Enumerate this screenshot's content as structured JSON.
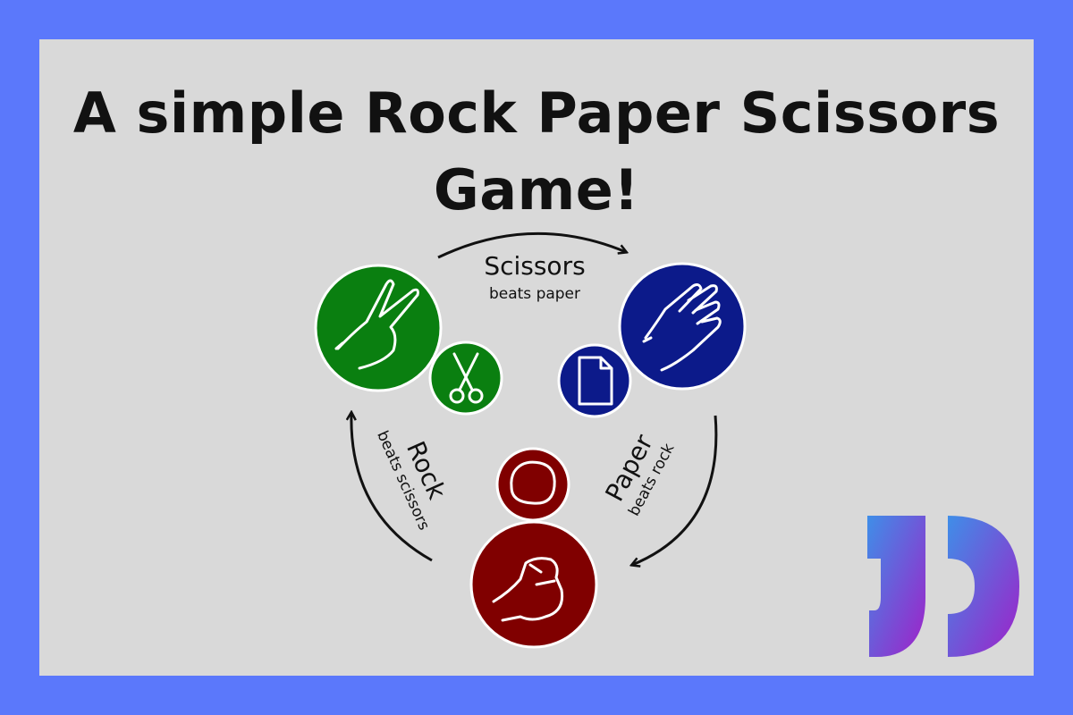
{
  "title": {
    "line1": "A simple Rock Paper Scissors",
    "line2": "Game!"
  },
  "cycle": {
    "scissors": {
      "name": "Scissors",
      "rule": "beats paper",
      "color": "#0a7f10"
    },
    "paper": {
      "name": "Paper",
      "rule": "beats rock",
      "color": "#0c1a8a"
    },
    "rock": {
      "name": "Rock",
      "rule": "beats scissors",
      "color": "#800000"
    }
  },
  "icons": {
    "scissors_hand": "v-sign-hand-icon",
    "scissors_tool": "scissors-icon",
    "paper_hand": "flat-hand-icon",
    "paper_tool": "document-icon",
    "rock_hand": "fist-icon",
    "rock_tool": "rock-icon",
    "logo": "jd-logo-icon"
  },
  "colors": {
    "frame": "#5b78fb",
    "panel": "#d9d9d9",
    "logo_from": "#3f8ee8",
    "logo_to": "#a020c8"
  }
}
